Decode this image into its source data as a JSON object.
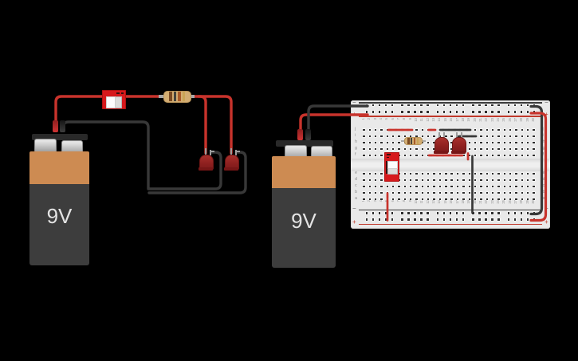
{
  "scene": {
    "background_color": "#000000"
  },
  "colors": {
    "wire_red": "#c8332c",
    "wire_black": "#383838",
    "battery_body": "#3d3d3d",
    "battery_band": "#cd8b52",
    "battery_label_color": "#e4e4e4",
    "led_body": "#9b2423",
    "switch_body": "#d6191c",
    "resistor_body": "#d3ad72",
    "breadboard": "#e9e9e9",
    "rail_positive": "#c0392b",
    "rail_negative": "#3c3c3c"
  },
  "batteries": [
    {
      "label": "9V"
    },
    {
      "label": "9V"
    }
  ],
  "breadboard": {
    "column_count": 30,
    "row_labels_top": [
      "j",
      "i",
      "h",
      "g",
      "f"
    ],
    "row_labels_bottom": [
      "e",
      "d",
      "c",
      "b",
      "a"
    ],
    "rail_negative_symbol": "−",
    "rail_positive_symbol": "+"
  },
  "components": {
    "switches": [
      {
        "name": "slide-switch"
      },
      {
        "name": "slide-switch"
      }
    ],
    "resistors": [
      {
        "bands": [
          "brown",
          "black",
          "orange",
          "gold"
        ]
      },
      {
        "bands": [
          "brown",
          "black",
          "orange",
          "gold"
        ]
      }
    ],
    "leds": [
      {
        "color": "red"
      },
      {
        "color": "red"
      },
      {
        "color": "red"
      },
      {
        "color": "red"
      }
    ]
  }
}
